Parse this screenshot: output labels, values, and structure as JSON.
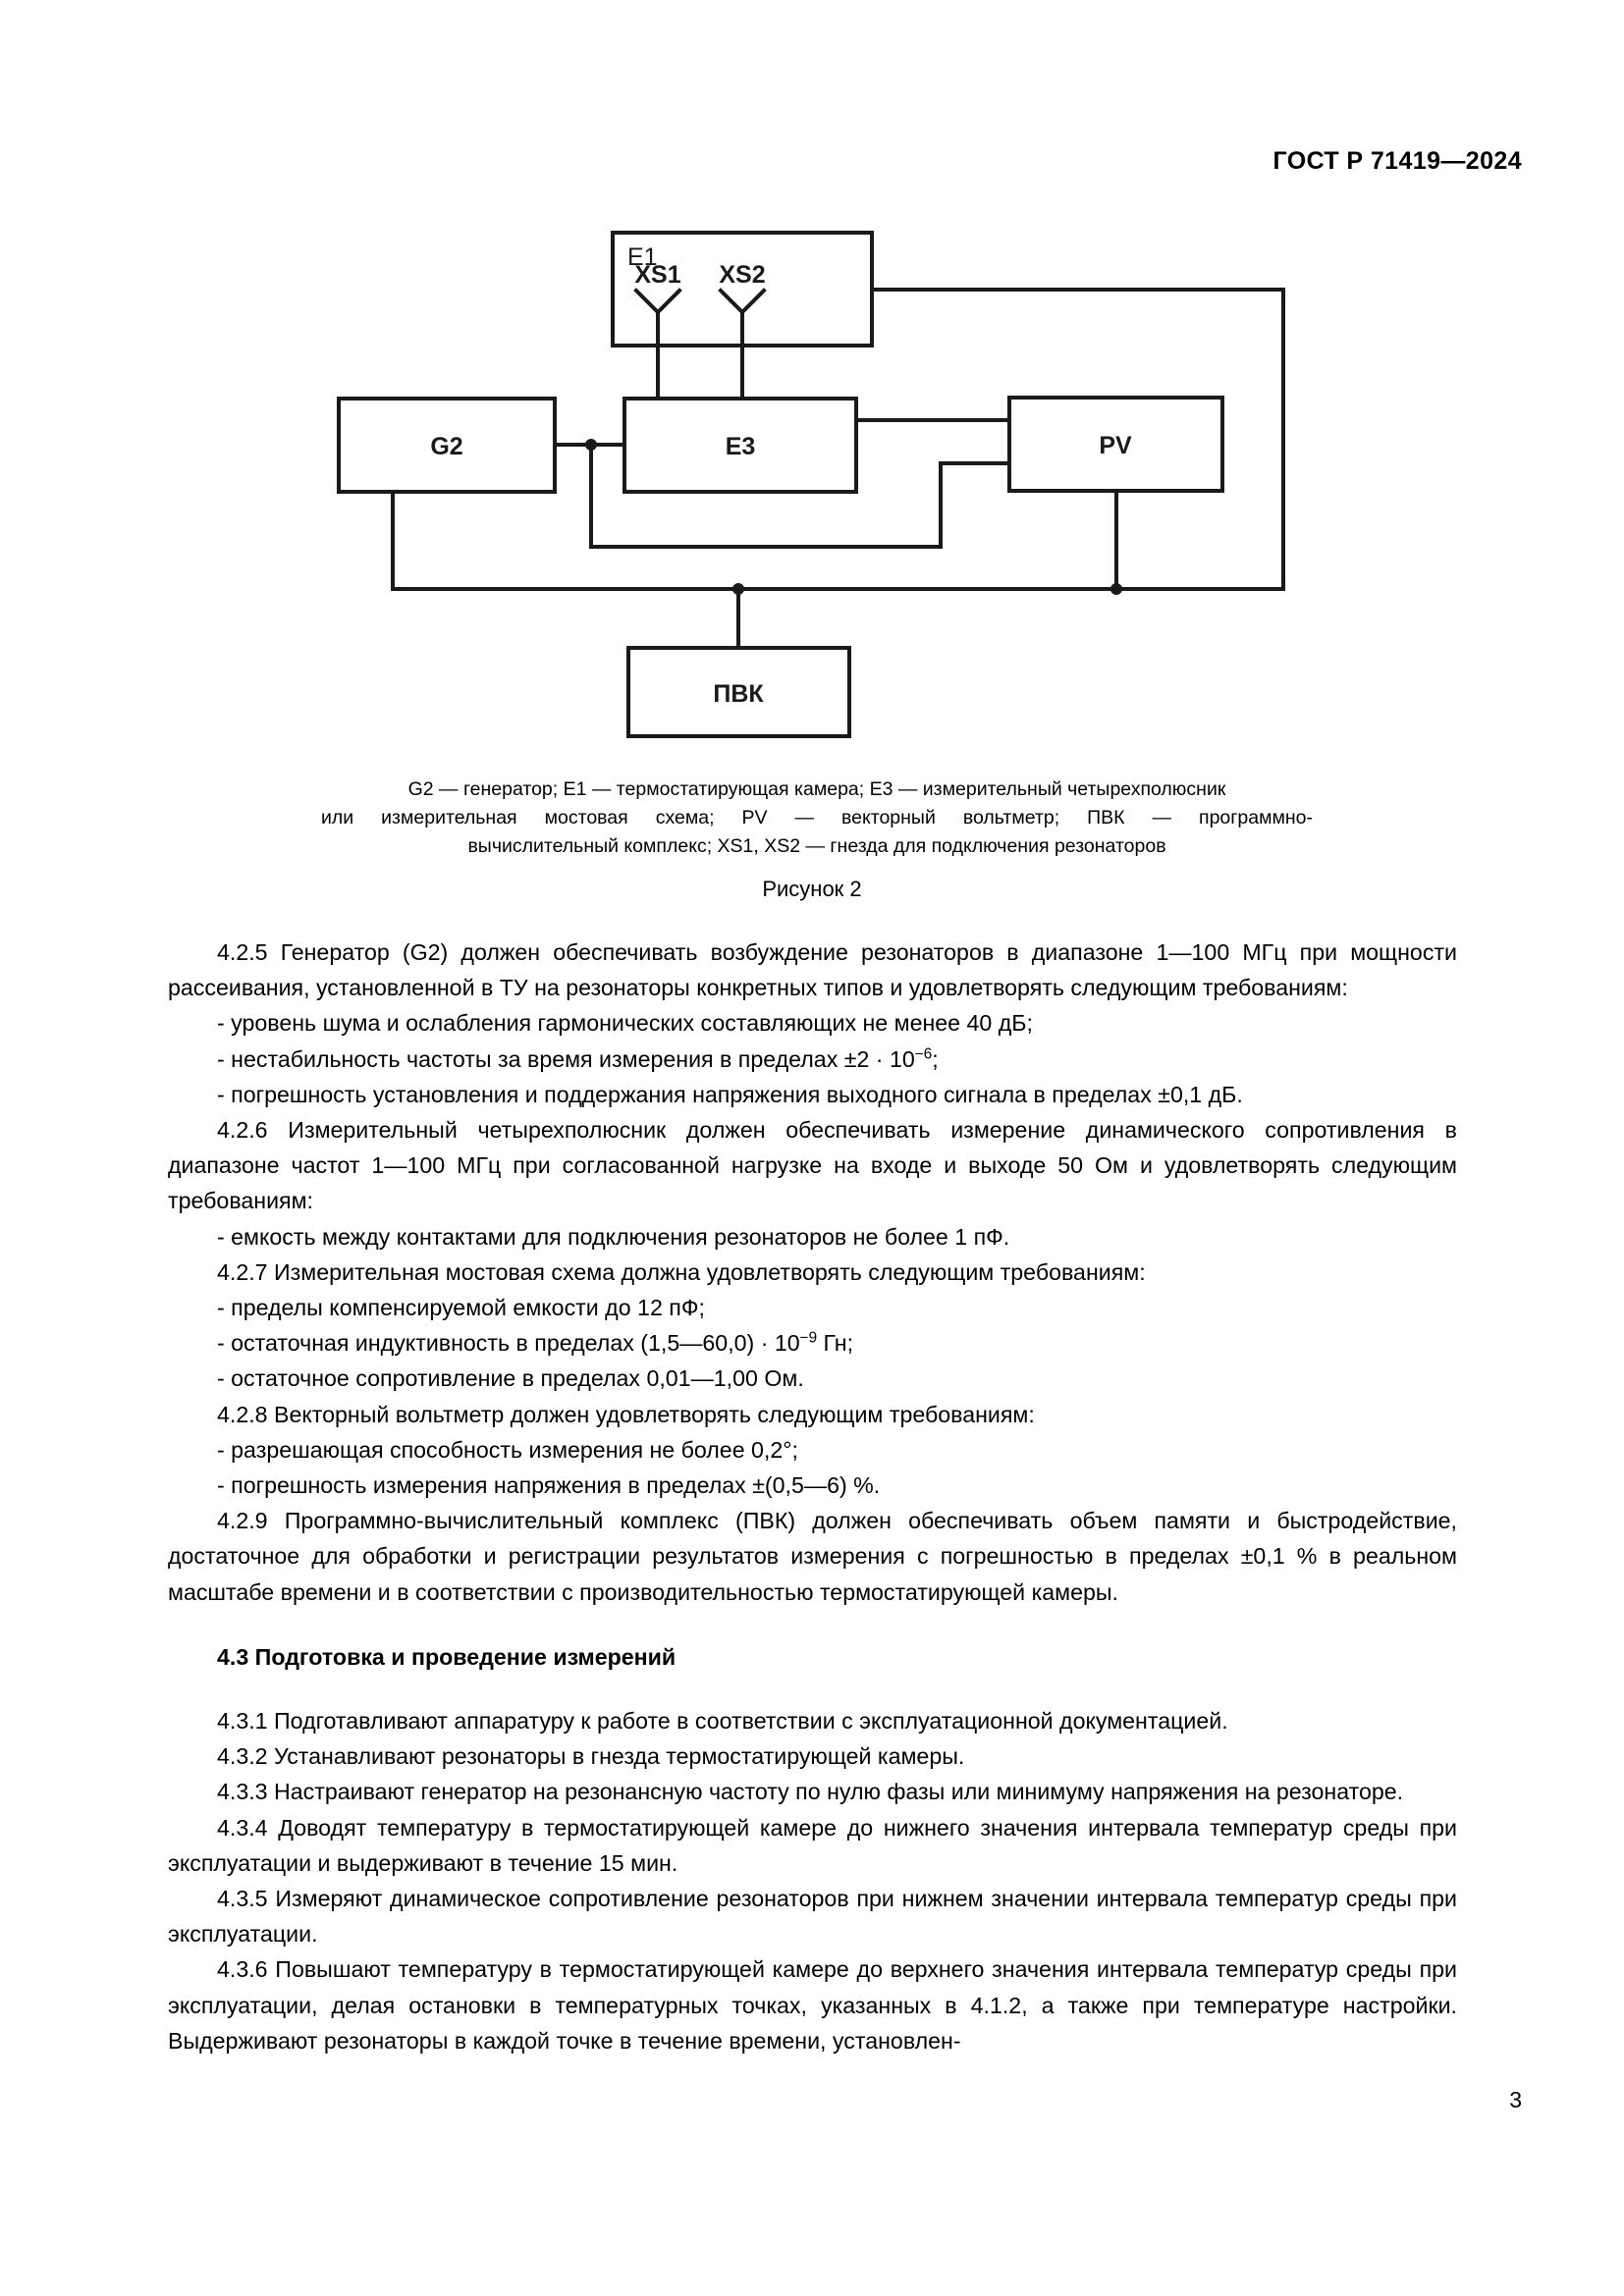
{
  "header": {
    "standard_id": "ГОСТ Р 71419—2024"
  },
  "figure": {
    "number_label": "Рисунок 2",
    "blocks": [
      {
        "id": "E1",
        "label": "E1"
      },
      {
        "id": "G2",
        "label": "G2"
      },
      {
        "id": "E3",
        "label": "E3"
      },
      {
        "id": "PV",
        "label": "PV"
      },
      {
        "id": "PVK",
        "label": "ПВК"
      }
    ],
    "sockets": [
      {
        "id": "XS1",
        "label": "XS1"
      },
      {
        "id": "XS2",
        "label": "XS2"
      }
    ],
    "legend": {
      "line1": "G2 — генератор; E1 — термостатирующая камера; E3 — измерительный четырехполюсник",
      "line2": "или измерительная мостовая схема; PV — векторный вольтметр; ПВК — программно-",
      "line3": "вычислительный комплекс; XS1, XS2 — гнезда для подключения резонаторов"
    }
  },
  "body": {
    "p_425": "4.2.5 Генератор (G2) должен обеспечивать возбуждение резонаторов в диапазоне 1—100 МГц при мощности рассеивания, установленной в ТУ на резонаторы конкретных типов и удовлетворять следующим требованиям:",
    "b_425_1": "- уровень шума и ослабления гармонических составляющих не менее 40 дБ;",
    "b_425_2_pre": "- нестабильность частоты за время измерения в пределах ±2 · 10",
    "b_425_2_exp": "−6",
    "b_425_2_post": ";",
    "b_425_3": "- погрешность установления и поддержания напряжения выходного сигнала в пределах ±0,1 дБ.",
    "p_426": "4.2.6 Измерительный четырехполюсник должен обеспечивать измерение динамического сопротивления в диапазоне частот 1—100 МГц при согласованной нагрузке на входе и выходе 50 Ом и удовлетворять следующим требованиям:",
    "b_426_1": "- емкость между контактами для подключения резонаторов не более 1 пФ.",
    "p_427": "4.2.7 Измерительная мостовая схема должна удовлетворять следующим требованиям:",
    "b_427_1": "- пределы компенсируемой емкости до 12 пФ;",
    "b_427_2_pre": "- остаточная индуктивность в пределах (1,5—60,0) · 10",
    "b_427_2_exp": "−9",
    "b_427_2_post": " Гн;",
    "b_427_3": "- остаточное сопротивление в пределах 0,01—1,00 Ом.",
    "p_428": "4.2.8 Векторный вольтметр должен удовлетворять следующим требованиям:",
    "b_428_1": "- разрешающая способность измерения не более 0,2°;",
    "b_428_2": "- погрешность измерения напряжения в пределах ±(0,5—6) %.",
    "p_429": "4.2.9 Программно-вычислительный комплекс (ПВК) должен обеспечивать объем памяти и быстродействие, достаточное для обработки и регистрации результатов измерения с погрешностью в пределах ±0,1 % в реальном масштабе времени и в соответствии с производительностью термостатирующей камеры.",
    "h_43": "4.3  Подготовка и проведение измерений",
    "p_431": "4.3.1 Подготавливают аппаратуру к работе в соответствии с эксплуатационной документацией.",
    "p_432": "4.3.2 Устанавливают резонаторы в гнезда термостатирующей камеры.",
    "p_433": "4.3.3 Настраивают генератор на резонансную частоту по нулю фазы или минимуму напряжения на резонаторе.",
    "p_434": "4.3.4 Доводят температуру в термостатирующей камере до нижнего значения интервала температур среды при эксплуатации и выдерживают в течение 15 мин.",
    "p_435": "4.3.5 Измеряют динамическое сопротивление резонаторов при нижнем значении интервала температур среды при эксплуатации.",
    "p_436": "4.3.6 Повышают температуру в термостатирующей камере до верхнего значения интервала температур среды при эксплуатации, делая остановки в температурных точках, указанных в 4.1.2, а также при температуре настройки. Выдерживают резонаторы в каждой точке в течение времени, установлен-"
  },
  "footer": {
    "page_number": "3"
  },
  "colors": {
    "ink": "#1a1a1a",
    "paper": "#ffffff"
  }
}
